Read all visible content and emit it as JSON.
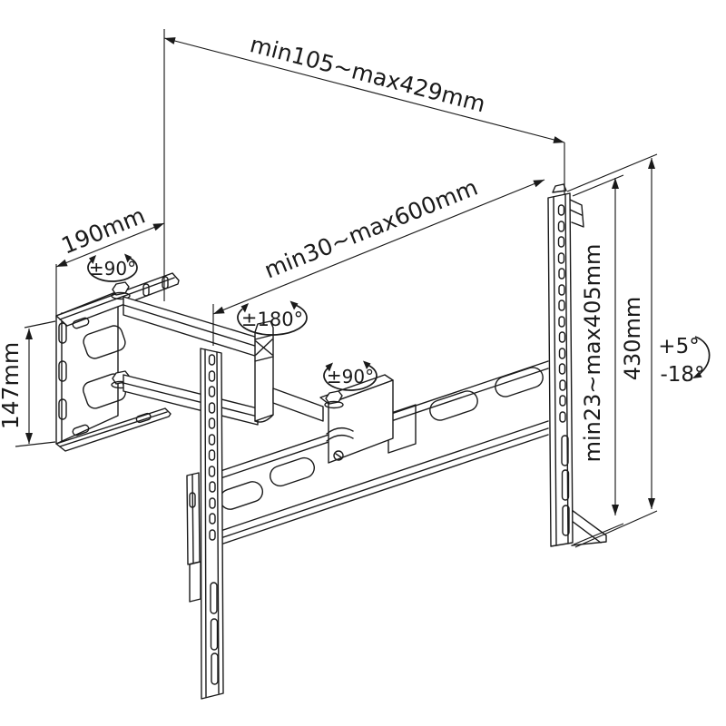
{
  "diagram": {
    "type": "technical-drawing",
    "subject": "articulating TV wall mount bracket",
    "background_color": "#ffffff",
    "line_color": "#1a1a1a",
    "dimensions": {
      "depth_range": "min105~max429mm",
      "wall_plate_width": "190mm",
      "extension_range": "min30~max600mm",
      "wall_plate_height": "147mm",
      "vesa_height_range": "min23~max405mm",
      "bracket_height": "430mm"
    },
    "angles": {
      "wall_swivel": "±90°",
      "elbow_swivel": "±180°",
      "tv_swivel": "±90°",
      "tilt_up": "+5°",
      "tilt_down": "-18°"
    }
  }
}
